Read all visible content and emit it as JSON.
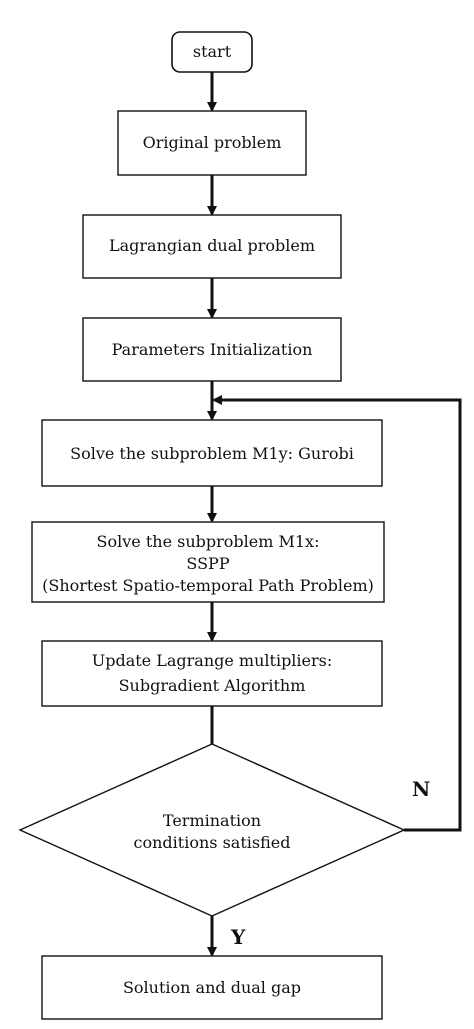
{
  "flowchart": {
    "start": "start",
    "original_problem": "Original problem",
    "lagrangian_dual": "Lagrangian dual problem",
    "parameters_init": "Parameters Initialization",
    "solve_m1y": "Solve the  subproblem M1y: Gurobi",
    "solve_m1x": {
      "line1": "Solve the  subproblem M1x:",
      "line2": "SSPP",
      "line3": "(Shortest Spatio-temporal Path Problem)"
    },
    "update_multipliers": {
      "line1": "Update Lagrange multipliers:",
      "line2": "Subgradient Algorithm"
    },
    "termination": {
      "line1": "Termination",
      "line2": "conditions satisfied"
    },
    "label_no": "N",
    "label_yes": "Y",
    "solution": "Solution and dual gap"
  },
  "colors": {
    "line": "#111111",
    "background": "#ffffff"
  }
}
